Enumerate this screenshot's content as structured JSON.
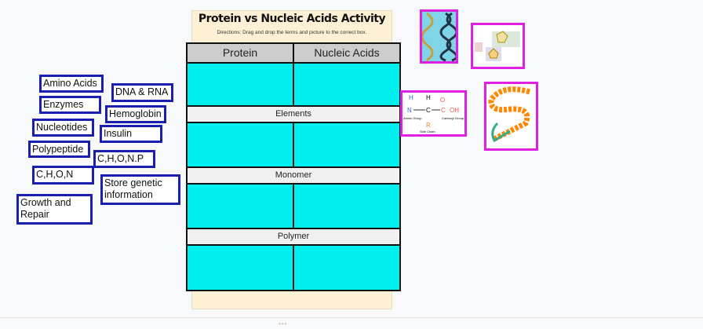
{
  "activity": {
    "title": "Protein vs Nucleic Acids Activity",
    "directions": "Directions: Drag and drop the terms and picture to the correct box."
  },
  "table": {
    "columns": [
      "Protein",
      "Nucleic Acids"
    ],
    "rows": [
      "Elements",
      "Monomer",
      "Polymer"
    ]
  },
  "terms": [
    "Amino Acids",
    "DNA & RNA",
    "Enzymes",
    "Hemoglobin",
    "Nucleotides",
    "Insulin",
    "Polypeptide",
    "C,H,O,N.P",
    "C,H,O,N",
    "Store genetic information",
    "Growth and Repair"
  ],
  "images": {
    "amino": {
      "h": "H",
      "n": "N",
      "c": "C",
      "o": "O",
      "oh": "OH",
      "r": "R",
      "amino_group": "Amino Group",
      "carboxyl_group": "Carboxyl Group",
      "side_chain": "Side Chain"
    }
  },
  "colors": {
    "cell": "#00f0f0",
    "term_border": "#1a1fb0",
    "image_border": "#e020e0"
  }
}
